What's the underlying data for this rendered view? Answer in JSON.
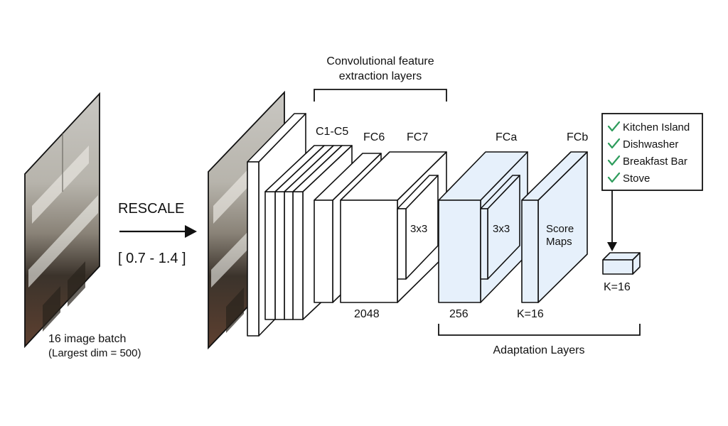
{
  "colors": {
    "adaptation_fill": "#e6f0fb",
    "stroke": "#111111",
    "check": "#2e9c5c"
  },
  "input": {
    "caption": "16 image batch",
    "subcaption": "(Largest dim = 500)"
  },
  "rescale": {
    "label": "RESCALE",
    "range": "[ 0.7 - 1.4 ]"
  },
  "conv": {
    "bracket_label_line1": "Convolutional feature",
    "bracket_label_line2": "extraction layers"
  },
  "layers": {
    "c1_c5": "C1-C5",
    "fc6": "FC6",
    "fc7": "FC7",
    "fc7_kernel": "3x3",
    "fc6_dim": "2048",
    "fca": "FCa",
    "fca_kernel": "3x3",
    "fca_dim": "256",
    "fcb": "FCb",
    "fcb_text_line1": "Score",
    "fcb_text_line2": "Maps",
    "fcb_dim": "K=16"
  },
  "adaptation": {
    "label": "Adaptation Layers"
  },
  "output": {
    "items": [
      "Kitchen Island",
      "Dishwasher",
      "Breakfast Bar",
      "Stove"
    ],
    "vector_label": "K=16"
  }
}
